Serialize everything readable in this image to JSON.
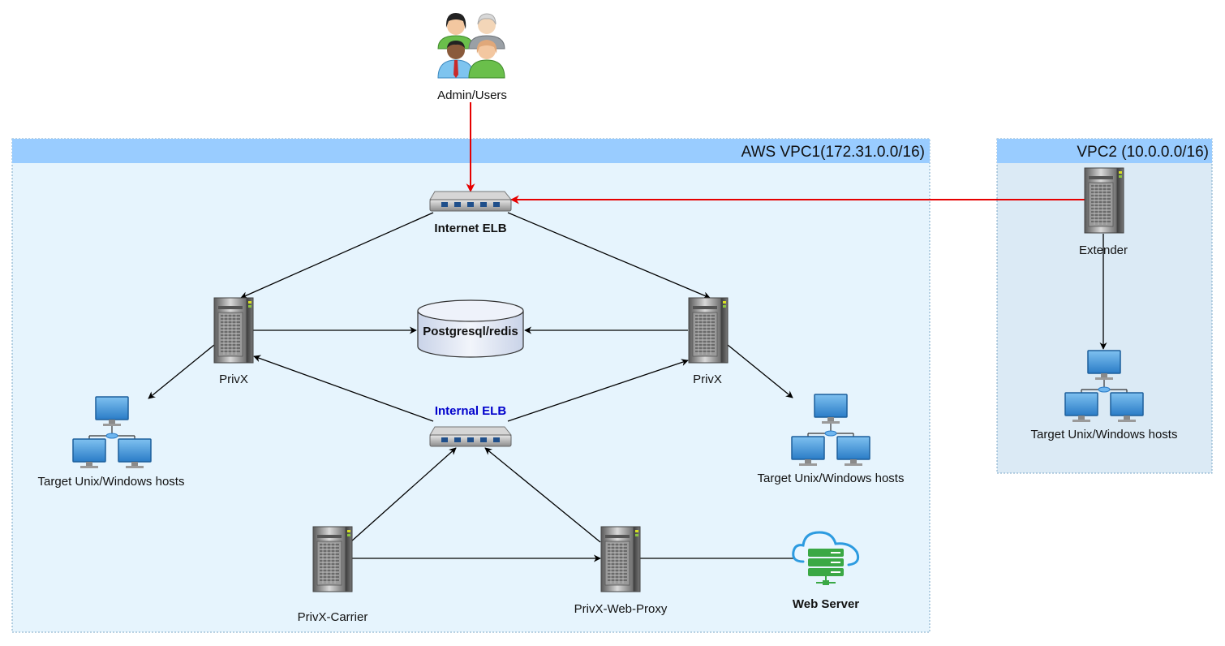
{
  "vpc1": {
    "title": "AWS VPC1(172.31.0.0/16)"
  },
  "vpc2": {
    "title": "VPC2 (10.0.0.0/16)"
  },
  "nodes": {
    "users": "Admin/Users",
    "internet_elb": "Internet ELB",
    "internal_elb": "Internal ELB",
    "privx_left": "PrivX",
    "privx_right": "PrivX",
    "database": "Postgresql/redis",
    "targets_left": "Target Unix/Windows hosts",
    "targets_right": "Target Unix/Windows hosts",
    "targets_vpc2": "Target Unix/Windows hosts",
    "carrier": "PrivX-Carrier",
    "web_proxy": "PrivX-Web-Proxy",
    "web_server": "Web Server",
    "extender": "Extender"
  },
  "colors": {
    "vpc1_fill": "#e6f4fd",
    "vpc1_header": "#99ccff",
    "vpc2_fill": "#dbeaf5",
    "vpc2_header": "#99ccff",
    "highlight_arrow": "#e60000",
    "internal_elb_label": "#0000cc"
  }
}
